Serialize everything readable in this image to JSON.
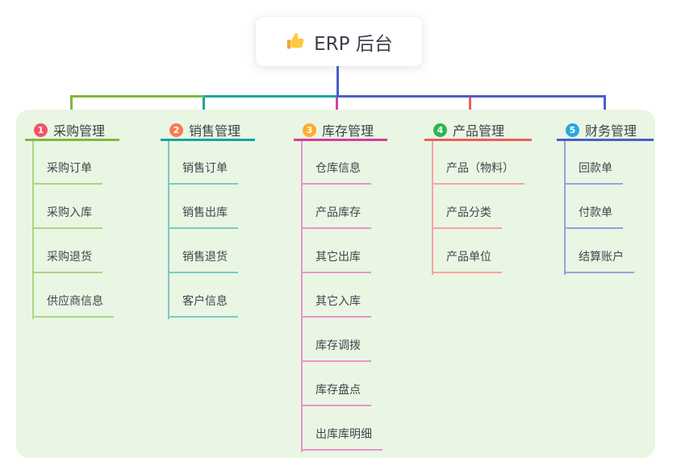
{
  "root": {
    "label": "ERP 后台",
    "icon": "thumbs-up-icon"
  },
  "colors": {
    "root_connector": "#4a5fc9",
    "panel_bg": "#e9f6e3",
    "text": "#3d4249",
    "root_text": "#3a3f4a"
  },
  "branches": [
    {
      "number": "1",
      "label": "采购管理",
      "colors": {
        "badge": "#f3536b",
        "line": "#7cb93f",
        "subline": "#abd584"
      },
      "items": [
        "采购订单",
        "采购入库",
        "采购退货",
        "供应商信息"
      ]
    },
    {
      "number": "2",
      "label": "销售管理",
      "colors": {
        "badge": "#f97b51",
        "line": "#16a69f",
        "subline": "#7ccac5"
      },
      "items": [
        "销售订单",
        "销售出库",
        "销售退货",
        "客户信息"
      ]
    },
    {
      "number": "3",
      "label": "库存管理",
      "colors": {
        "badge": "#fcac2c",
        "line": "#d63ca2",
        "subline": "#e794c8"
      },
      "items": [
        "仓库信息",
        "产品库存",
        "其它出库",
        "其它入库",
        "库存调拨",
        "库存盘点",
        "出库库明细"
      ]
    },
    {
      "number": "4",
      "label": "产品管理",
      "colors": {
        "badge": "#2fb556",
        "line": "#f25b5b",
        "subline": "#f7a3a0"
      },
      "items": [
        "产品（物料）",
        "产品分类",
        "产品单位"
      ]
    },
    {
      "number": "5",
      "label": "财务管理",
      "colors": {
        "badge": "#2ba7df",
        "line": "#4a5fc9",
        "subline": "#93a3df"
      },
      "items": [
        "回款单",
        "付款单",
        "结算账户"
      ]
    }
  ]
}
